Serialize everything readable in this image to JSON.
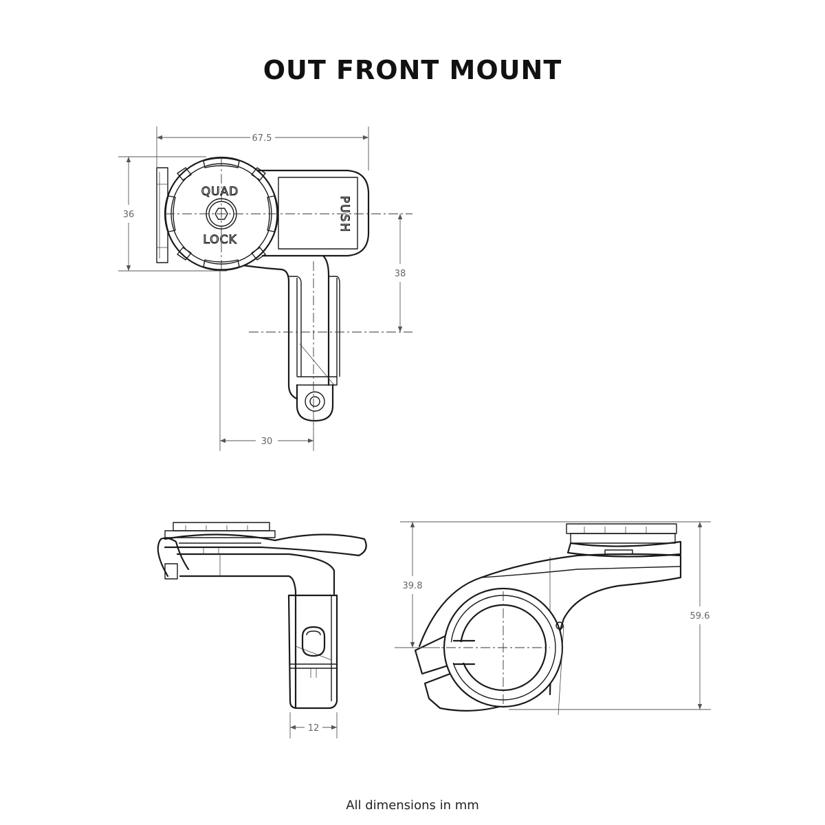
{
  "title": "OUT FRONT MOUNT",
  "footnote": "All dimensions in mm",
  "logo": {
    "line1": "QUAD",
    "line2": "LOCK",
    "button": "PUSH"
  },
  "dimensions": {
    "width_top": "67.5",
    "height_head": "36",
    "offset_vertical": "38",
    "offset_horizontal": "30",
    "clamp_width": "12",
    "height_to_bar": "39.8",
    "height_total": "59.6"
  }
}
